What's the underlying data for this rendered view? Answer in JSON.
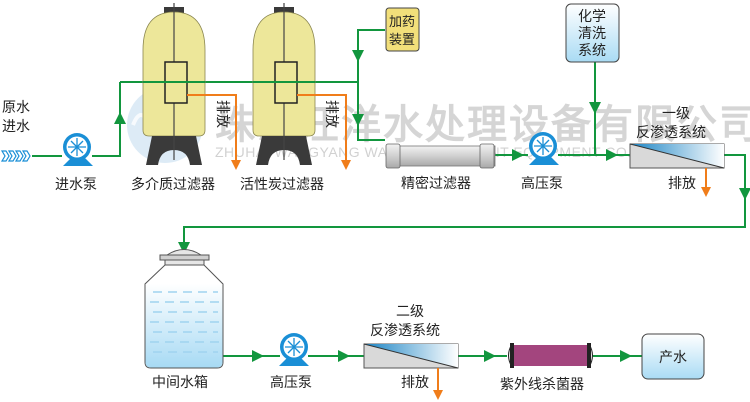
{
  "title": "Water treatment process flow diagram",
  "colors": {
    "pipe": "#12963e",
    "drain": "#f07d1a",
    "tank_body": "#ede79a",
    "tank_base": "#3a3a3a",
    "pump": "#1a8fd6",
    "uv": "#a3457e",
    "box_yellow": "#f2df7a",
    "box_blue": "#c9e8f7"
  },
  "watermark": {
    "company_cn": "珠海汪洋水处理设备有限公司",
    "company_en": "ZHUHAI WANGYANG WATER TREATMENT EQUIPMENT CO.,LTD"
  },
  "inlet": {
    "label_line1": "原水",
    "label_line2": "进水"
  },
  "equipment": {
    "feed_pump": "进水泵",
    "multimedia_filter": "多介质过滤器",
    "carbon_filter": "活性炭过滤器",
    "dosing_line1": "加药",
    "dosing_line2": "装置",
    "precision_filter": "精密过滤器",
    "hp_pump_1": "高压泵",
    "cip_line1": "化学",
    "cip_line2": "清洗",
    "cip_line3": "系统",
    "ro1_line1": "一级",
    "ro1_line2": "反渗透系统",
    "intermediate_tank": "中间水箱",
    "hp_pump_2": "高压泵",
    "ro2_line1": "二级",
    "ro2_line2": "反渗透系统",
    "uv_sterilizer": "紫外线杀菌器",
    "product_water": "产水"
  },
  "drains": {
    "mmf": "排放",
    "acf": "排放",
    "ro1": "排放",
    "ro2": "排放"
  }
}
